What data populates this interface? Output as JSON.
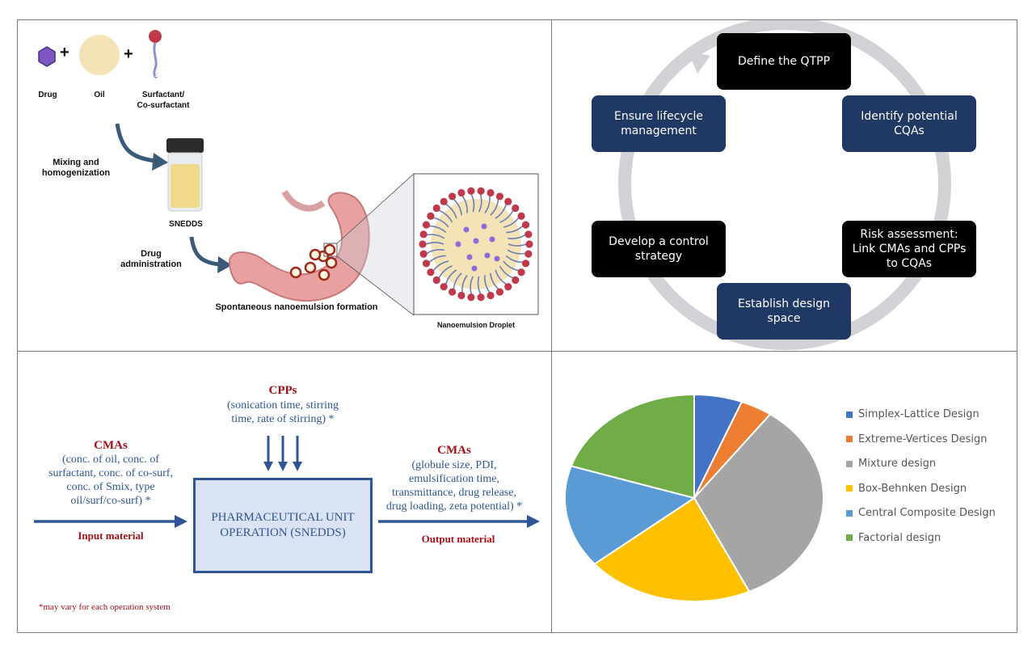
{
  "panel_a": {
    "drug_label": "Drug",
    "oil_label": "Oil",
    "surfactant_label": "Surfactant/\nCo-surfactant",
    "plus_sign": "+",
    "mixing_label": "Mixing and\nhomogenization",
    "snedds_label": "SNEDDS",
    "drug_admin_label": "Drug\nadministration",
    "nanoemulsion_formation_label": "Spontaneous nanoemulsion formation",
    "droplet_label": "Nanoemulsion Droplet",
    "colors": {
      "drug": "#7e57c2",
      "oil": "#f3e3b6",
      "head": "#c0394b",
      "tail": "#6b7fb5",
      "stomach": "#e8a0a0"
    }
  },
  "panel_b": {
    "steps": [
      "Define the QTPP",
      "Identify potential CQAs",
      "Risk assessment: Link CMAs and CPPs to CQAs",
      "Establish design space",
      "Develop a control strategy",
      "Ensure lifecycle management"
    ],
    "colors": {
      "dark": "#000000",
      "navy": "#1f3864",
      "ring": "#d0d2d6"
    }
  },
  "panel_c": {
    "cpps_title": "CPPs",
    "cpps_text": "(sonication time, stirring\ntime, rate of stirring) *",
    "cmas_in_title": "CMAs",
    "cmas_in_text": "(conc. of oil, conc. of\nsurfactant, conc. of co-surf,\nconc. of Smix, type\noil/surf/co-surf) *",
    "input_label": "Input material",
    "process_box": "PHARMACEUTICAL UNIT\nOPERATION (SNEDDS)",
    "cmas_out_title": "CMAs",
    "cmas_out_text": "(globule size, PDI,\nemulsification time,\ntransmittance, drug release,\ndrug loading, zeta potential) *",
    "output_label": "Output material",
    "footnote": "*may vary for each operation system",
    "colors": {
      "title_red": "#a50f15",
      "text_blue": "#2f5597",
      "box_fill": "#dae3f3",
      "arrow": "#2f5597"
    }
  },
  "chart_data": {
    "type": "pie",
    "title": "",
    "labels": [
      "Simplex-Lattice Design",
      "Extreme-Vertices Design",
      "Mixture design",
      "Box-Behnken Design",
      "Central Composite Design",
      "Factorial design"
    ],
    "values": [
      6,
      4,
      33,
      21,
      16,
      20
    ],
    "colors": [
      "#4472c4",
      "#ed7d31",
      "#a5a5a5",
      "#ffc000",
      "#5b9bd5",
      "#70ad47"
    ],
    "legend_position": "right"
  }
}
